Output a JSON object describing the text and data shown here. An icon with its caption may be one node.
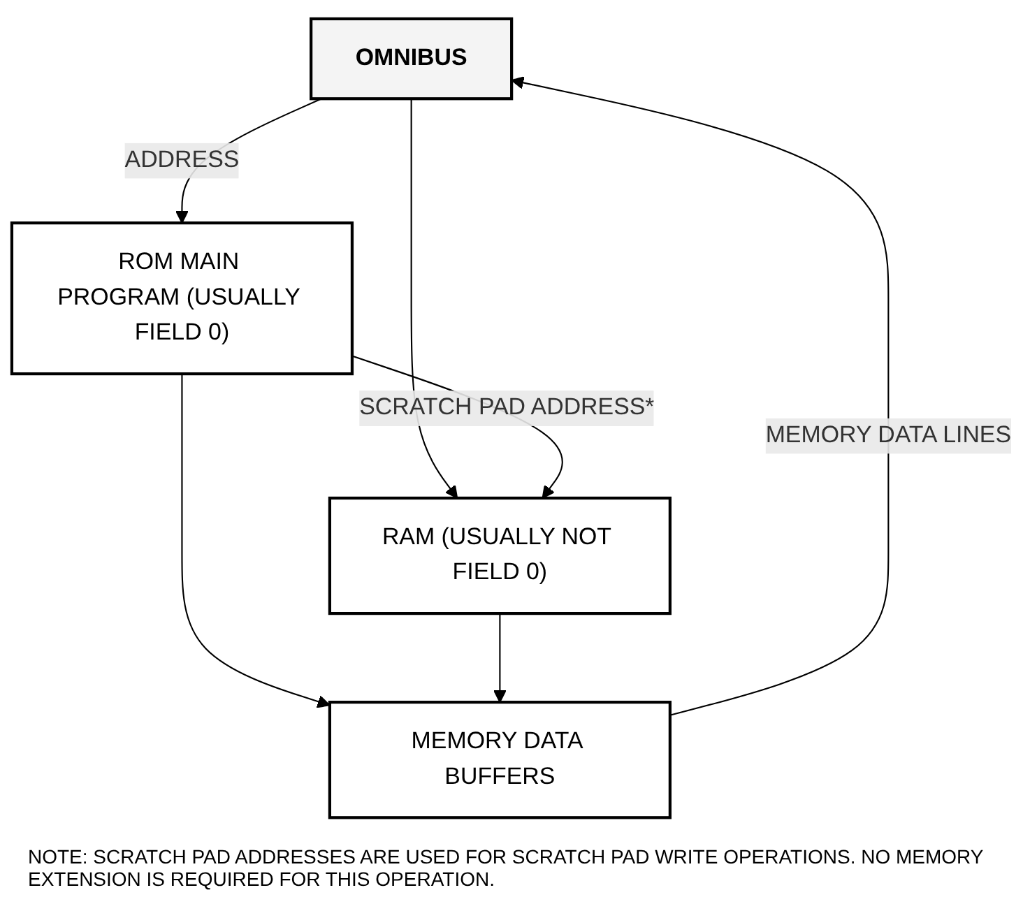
{
  "diagram": {
    "nodes": [
      {
        "text": [
          "OMNIBUS"
        ]
      },
      {
        "text": [
          "ROM MAIN PROGRAM (USUALLY FIELD 0)"
        ]
      },
      {
        "text": [
          "RAM (USUALLY NOT FIELD 0)"
        ]
      },
      {
        "text": [
          "MEMORY DATA BUFFERS"
        ]
      }
    ],
    "edges": [
      {
        "from": 0,
        "to": 1,
        "arrow": "to",
        "label": "ADDRESS"
      },
      {
        "from": 0,
        "to": 2,
        "arrow": "to"
      },
      {
        "from": 1,
        "to": 2,
        "arrow": "to",
        "label": "SCRATCH PAD ADDRESS*"
      },
      {
        "from": 1,
        "to": 3,
        "arrow": "to"
      },
      {
        "from": 2,
        "to": 3,
        "arrow": "to"
      },
      {
        "from": 3,
        "to": 0,
        "arrow": "to",
        "label": "MEMORY DATA LINES"
      }
    ],
    "labels": [
      "NOTE: SCRATCH PAD ADDRESSES ARE USED FOR SCRATCH PAD WRITE OPERATIONS. NO MEMORY EXTENSION IS REQUIRED FOR THIS OPERATION."
    ]
  }
}
